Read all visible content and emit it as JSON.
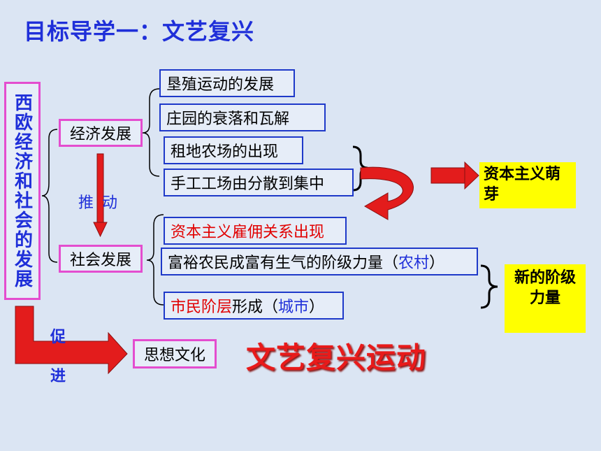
{
  "title": "目标导学一：文艺复兴",
  "root": "西欧经济和社会的发展",
  "economy": {
    "label": "经济发展",
    "items": [
      "垦殖运动的发展",
      "庄园的衰落和瓦解",
      "租地农场的出现",
      "手工工场由分散到集中"
    ]
  },
  "society": {
    "label": "社会发展",
    "item1": "资本主义雇佣关系出现",
    "item2_main": "富裕农民成富有生气的阶级力量（",
    "item2_highlight": "农村",
    "item2_end": "）",
    "item3_red": "市民阶层",
    "item3_mid": "形成（",
    "item3_highlight": "城市",
    "item3_end": "）"
  },
  "push_label": "推动",
  "capitalism": "资本主义萌芽",
  "new_force": "新的阶级力量",
  "promote_1": "促",
  "promote_2": "进",
  "culture": "思想文化",
  "renaissance": "文艺复兴运动"
}
